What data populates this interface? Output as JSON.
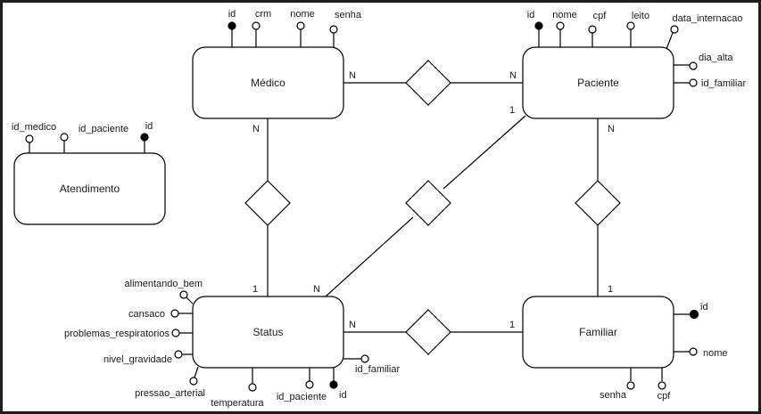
{
  "diagram": {
    "type": "entity-relationship",
    "entities": [
      {
        "name": "Médico",
        "attributes": [
          {
            "label": "id",
            "key": true
          },
          {
            "label": "crm",
            "key": false
          },
          {
            "label": "nome",
            "key": false
          },
          {
            "label": "senha",
            "key": false
          }
        ]
      },
      {
        "name": "Paciente",
        "attributes": [
          {
            "label": "id",
            "key": true
          },
          {
            "label": "nome",
            "key": false
          },
          {
            "label": "cpf",
            "key": false
          },
          {
            "label": "leito",
            "key": false
          },
          {
            "label": "data_internacao",
            "key": false
          },
          {
            "label": "dia_alta",
            "key": false
          },
          {
            "label": "id_familiar",
            "key": false
          }
        ]
      },
      {
        "name": "Atendimento",
        "attributes": [
          {
            "label": "id_medico",
            "key": false
          },
          {
            "label": "id_paciente",
            "key": false
          },
          {
            "label": "id",
            "key": true
          }
        ]
      },
      {
        "name": "Status",
        "attributes": [
          {
            "label": "alimentando_bem",
            "key": false
          },
          {
            "label": "cansaco",
            "key": false
          },
          {
            "label": "problemas_respiratorios",
            "key": false
          },
          {
            "label": "nivel_gravidade",
            "key": false
          },
          {
            "label": "pressao_arterial",
            "key": false
          },
          {
            "label": "temperatura",
            "key": false
          },
          {
            "label": "id_paciente",
            "key": false
          },
          {
            "label": "id",
            "key": true
          },
          {
            "label": "id_familiar",
            "key": false
          }
        ]
      },
      {
        "name": "Familiar",
        "attributes": [
          {
            "label": "id",
            "key": true
          },
          {
            "label": "nome",
            "key": false
          },
          {
            "label": "senha",
            "key": false
          },
          {
            "label": "cpf",
            "key": false
          }
        ]
      }
    ],
    "relationships": [
      {
        "from": "Médico",
        "to": "Paciente",
        "from_card": "N",
        "to_card": "N"
      },
      {
        "from": "Médico",
        "to": "Status",
        "from_card": "N",
        "to_card": "1"
      },
      {
        "from": "Paciente",
        "to": "Status",
        "from_card": "1",
        "to_card": "N"
      },
      {
        "from": "Paciente",
        "to": "Familiar",
        "from_card": "N",
        "to_card": "1"
      },
      {
        "from": "Status",
        "to": "Familiar",
        "from_card": "N",
        "to_card": "1"
      }
    ]
  }
}
